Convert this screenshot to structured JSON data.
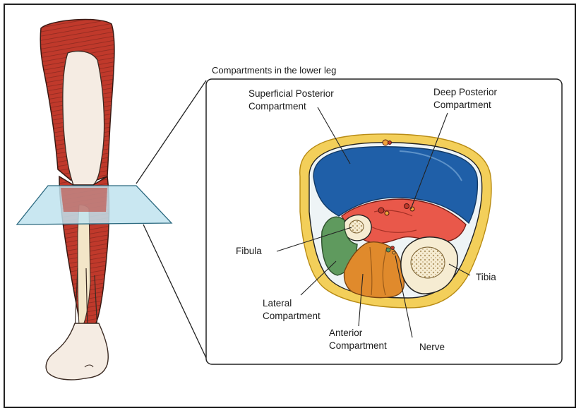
{
  "figure": {
    "title": "Compartments in the lower leg",
    "labels": {
      "superficial_posterior": [
        "Superficial Posterior",
        "Compartment"
      ],
      "deep_posterior": [
        "Deep Posterior",
        "Compartment"
      ],
      "fibula": [
        "Fibula"
      ],
      "lateral": [
        "Lateral",
        "Compartment"
      ],
      "anterior": [
        "Anterior",
        "Compartment"
      ],
      "nerve": [
        "Nerve"
      ],
      "tibia": [
        "Tibia"
      ]
    }
  },
  "colors": {
    "superficial_posterior": "#1f5fa8",
    "deep_posterior": "#e9584a",
    "lateral": "#5f9a5e",
    "anterior": "#e08a2c",
    "bone": "#f4ead0",
    "fat": "#f3cf5a",
    "muscle_leg": "#c0392b",
    "cut_plane": "#bfe3ef"
  }
}
